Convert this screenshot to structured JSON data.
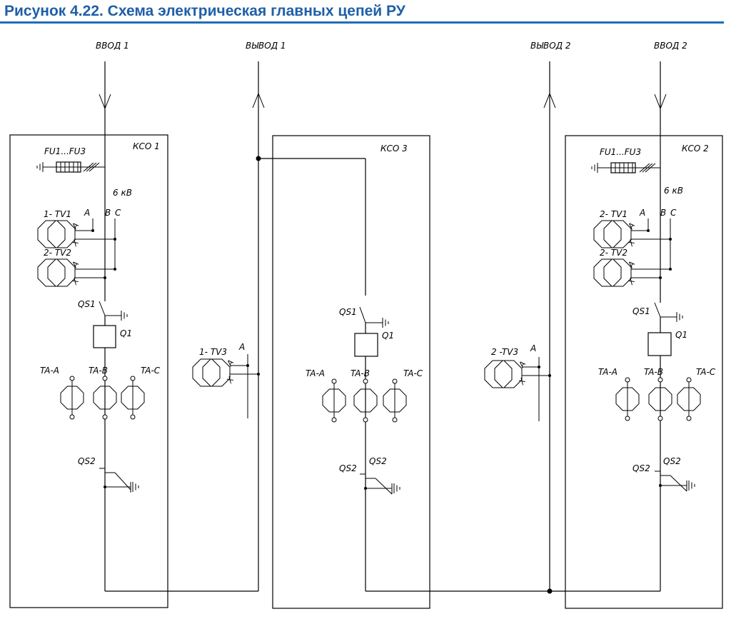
{
  "title": "Рисунок 4.22. Схема электрическая главных цепей РУ",
  "colors": {
    "title": "#1f5fa8",
    "rule": "#1f6db8",
    "lines": "#000000"
  },
  "feeders": {
    "vvod1": "ВВОД 1",
    "vyvod1": "ВЫВОД 1",
    "vyvod2": "ВЫВОД 2",
    "vvod2": "ВВОД 2"
  },
  "cells": {
    "kso1": {
      "name": "КСО 1",
      "fuse": "FU1...FU3",
      "voltage": "6 кВ",
      "tv_a": "1- TV1",
      "tv_b": "2- TV2",
      "phase_a": "A",
      "phase_b": "B",
      "phase_c": "C",
      "qs1": "QS1",
      "q1": "Q1",
      "qs2": "QS2",
      "ta_a": "TA-A",
      "ta_b": "TA-B",
      "ta_c": "TA-C"
    },
    "kso3": {
      "name": "КСО 3",
      "qs1": "QS1",
      "q1": "Q1",
      "qs2a": "QS2",
      "qs2b": "QS2",
      "ta_a": "TA-A",
      "ta_b": "TA-B",
      "ta_c": "TA-C"
    },
    "kso2": {
      "name": "КСО 2",
      "fuse": "FU1...FU3",
      "voltage": "6 кВ",
      "tv_a": "2- TV1",
      "tv_b": "2- TV2",
      "phase_a": "A",
      "phase_b": "B",
      "phase_c": "C",
      "qs1": "QS1",
      "q1": "Q1",
      "qs2a": "QS2",
      "qs2b": "QS2",
      "ta_a": "TA-A",
      "ta_b": "TA-B",
      "ta_c": "TA-C"
    }
  },
  "outside": {
    "tv3_left": "1- TV3",
    "tv3_left_phase": "A",
    "tv3_right": "2 -TV3",
    "tv3_right_phase": "A"
  },
  "winding_marks": {
    "a": "A",
    "x": "X"
  }
}
